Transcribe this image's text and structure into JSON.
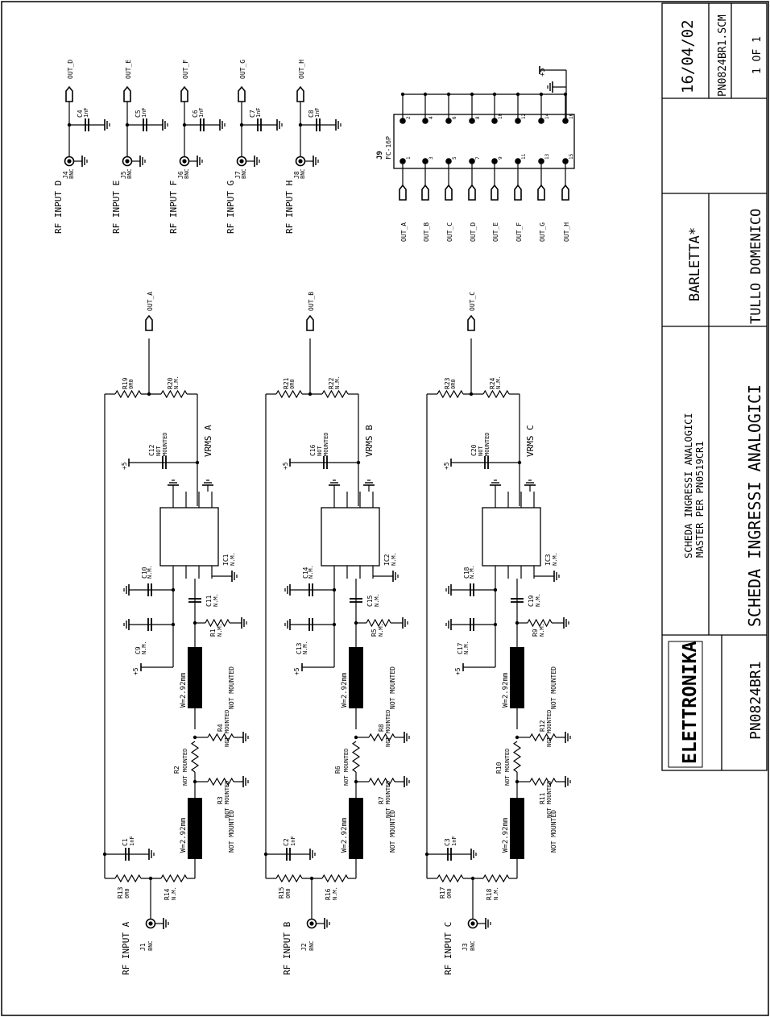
{
  "title_block": {
    "date": "16/04/02",
    "file": "PN0824BR1.SCM",
    "sheet": "1 OF 1",
    "location": "BARLETTA*",
    "author": "TULLO DOMENICO",
    "subtitle": "SCHEDA INGRESSI ANALOGICI",
    "subtitle2": "MASTER PER PN0519CR1",
    "title": "SCHEDA INGRESSI ANALOGICI",
    "part_number": "PN0824BR1",
    "logo": "ELETTRONIKA"
  },
  "connector": {
    "ref": "J9",
    "type": "FC-16P",
    "supply": "+5",
    "odd_pins": [
      "1",
      "3",
      "5",
      "7",
      "9",
      "11",
      "13",
      "15"
    ],
    "even_pins": [
      "2",
      "4",
      "6",
      "8",
      "10",
      "12",
      "14",
      "16"
    ],
    "nets": [
      "OUT_A",
      "OUT_B",
      "OUT_C",
      "OUT_D",
      "OUT_E",
      "OUT_F",
      "OUT_G",
      "OUT_H"
    ]
  },
  "aux_inputs": [
    {
      "input": "RF INPUT D",
      "jack": "J4",
      "jtype": "BNC",
      "cap": "C4",
      "cval": "1nF",
      "net": "OUT_D"
    },
    {
      "input": "RF INPUT E",
      "jack": "J5",
      "jtype": "BNC",
      "cap": "C5",
      "cval": "1nF",
      "net": "OUT_E"
    },
    {
      "input": "RF INPUT F",
      "jack": "J6",
      "jtype": "BNC",
      "cap": "C6",
      "cval": "1nF",
      "net": "OUT_F"
    },
    {
      "input": "RF INPUT G",
      "jack": "J7",
      "jtype": "BNC",
      "cap": "C7",
      "cval": "1nF",
      "net": "OUT_G"
    },
    {
      "input": "RF INPUT H",
      "jack": "J8",
      "jtype": "BNC",
      "cap": "C8",
      "cval": "1nF",
      "net": "OUT_H"
    }
  ],
  "channels": [
    {
      "input": "RF INPUT A",
      "jack": "J1",
      "jtype": "BNC",
      "out": "OUT_A",
      "vrms": "VRMS A",
      "ic": "IC1",
      "icval": "N.M.",
      "c_in": "C1",
      "c_in_val": "1nF",
      "r_in_a": "R13",
      "r_in_a_val": "0R0",
      "r_in_b": "R14",
      "r_in_b_val": "N.M.",
      "r_sh1": "R3",
      "r_series": "R2",
      "r_sh2": "R4",
      "nm": "NOT MOUNTED",
      "strip": "W=2.92mm",
      "r_tap": "R1",
      "r_tap_val": "N.M.",
      "c_a": "C9",
      "c_a_val": "N.M.",
      "c_b": "C10",
      "c_b_val": "N.M.",
      "c_cpl": "C11",
      "c_cpl_val": "N.M.",
      "c_out": "C12",
      "c_out_val1": "NOT",
      "c_out_val2": "MOUNTED",
      "r_fb1": "R19",
      "r_fb1_val": "0R0",
      "r_fb2": "R20",
      "r_fb2_val": "N.M.",
      "supply": "+5"
    },
    {
      "input": "RF INPUT B",
      "jack": "J2",
      "jtype": "BNC",
      "out": "OUT_B",
      "vrms": "VRMS B",
      "ic": "IC2",
      "icval": "N.M.",
      "c_in": "C2",
      "c_in_val": "1nF",
      "r_in_a": "R15",
      "r_in_a_val": "0R0",
      "r_in_b": "R16",
      "r_in_b_val": "N.M.",
      "r_sh1": "R7",
      "r_series": "R6",
      "r_sh2": "R8",
      "nm": "NOT MOUNTED",
      "strip": "W=2.92mm",
      "r_tap": "R5",
      "r_tap_val": "N.M.",
      "c_a": "C13",
      "c_a_val": "N.M.",
      "c_b": "C14",
      "c_b_val": "N.M.",
      "c_cpl": "C15",
      "c_cpl_val": "N.M.",
      "c_out": "C16",
      "c_out_val1": "NOT",
      "c_out_val2": "MOUNTED",
      "r_fb1": "R21",
      "r_fb1_val": "0R0",
      "r_fb2": "R22",
      "r_fb2_val": "N.M.",
      "supply": "+5"
    },
    {
      "input": "RF INPUT C",
      "jack": "J3",
      "jtype": "BNC",
      "out": "OUT_C",
      "vrms": "VRMS C",
      "ic": "IC3",
      "icval": "N.M.",
      "c_in": "C3",
      "c_in_val": "1nF",
      "r_in_a": "R17",
      "r_in_a_val": "0R0",
      "r_in_b": "R18",
      "r_in_b_val": "N.M.",
      "r_sh1": "R11",
      "r_series": "R10",
      "r_sh2": "R12",
      "nm": "NOT MOUNTED",
      "strip": "W=2.92mm",
      "r_tap": "R9",
      "r_tap_val": "N.M.",
      "c_a": "C17",
      "c_a_val": "N.M.",
      "c_b": "C18",
      "c_b_val": "N.M.",
      "c_cpl": "C19",
      "c_cpl_val": "N.M.",
      "c_out": "C20",
      "c_out_val1": "NOT",
      "c_out_val2": "MOUNTED",
      "r_fb1": "R23",
      "r_fb1_val": "0R0",
      "r_fb2": "R24",
      "r_fb2_val": "N.M.",
      "supply": "+5"
    }
  ]
}
